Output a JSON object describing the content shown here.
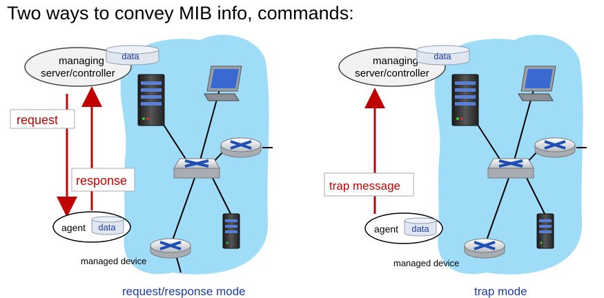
{
  "title": "Two ways to convey MIB info, commands:",
  "left": {
    "server_line1": "managing",
    "server_line2": "server/controller",
    "server_data": "data",
    "request": "request",
    "response": "response",
    "agent": "agent",
    "agent_data": "data",
    "managed_device": "managed device",
    "mode": "request/response mode"
  },
  "right": {
    "server_line1": "managing",
    "server_line2": "server/controller",
    "server_data": "data",
    "trap": "trap message",
    "agent": "agent",
    "agent_data": "data",
    "managed_device": "managed device",
    "mode": "trap mode"
  },
  "colors": {
    "cloud": "#9fdcf7",
    "arrow": "#c00000",
    "mode_text": "#1f3aa0",
    "data_text": "#1f3aa0"
  }
}
